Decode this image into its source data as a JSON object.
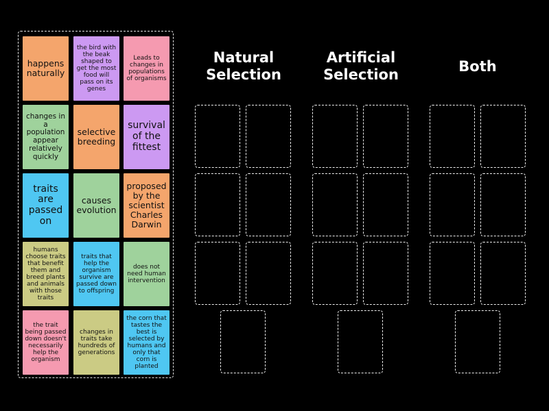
{
  "columns": [
    {
      "title_line1": "Natural",
      "title_line2": "Selection"
    },
    {
      "title_line1": "Artificial",
      "title_line2": "Selection"
    },
    {
      "title_line1": "Both",
      "title_line2": ""
    }
  ],
  "cards": [
    {
      "text": "happens naturally",
      "color": "#f4a56c"
    },
    {
      "text": "the bird with the beak shaped to get the most food will pass on its genes",
      "color": "#cc99f2"
    },
    {
      "text": "Leads to changes in populations of organisms",
      "color": "#f59ab0"
    },
    {
      "text": "changes in a population appear relatively quickly",
      "color": "#9fd29c"
    },
    {
      "text": "selective breeding",
      "color": "#f4a56c"
    },
    {
      "text": "survival of the fittest",
      "color": "#cc99f2"
    },
    {
      "text": "traits are passed on",
      "color": "#4fc7f2"
    },
    {
      "text": "causes evolution",
      "color": "#9fd29c"
    },
    {
      "text": "proposed by the scientist Charles Darwin",
      "color": "#f4a56c"
    },
    {
      "text": "humans choose traits that benefit them and breed plants and animals with those traits",
      "color": "#cbcb84"
    },
    {
      "text": "traits that help the organism survive are passed down to offspring",
      "color": "#4fc7f2"
    },
    {
      "text": "does not need human intervention",
      "color": "#9fd29c"
    },
    {
      "text": "the trait being passed down doesn't necessarily help the organism",
      "color": "#f59ab0"
    },
    {
      "text": "changes in traits take hundreds of generations",
      "color": "#cbcb84"
    },
    {
      "text": "the corn that tastes the best is selected by humans and only that corn is planted",
      "color": "#4fc7f2"
    }
  ]
}
